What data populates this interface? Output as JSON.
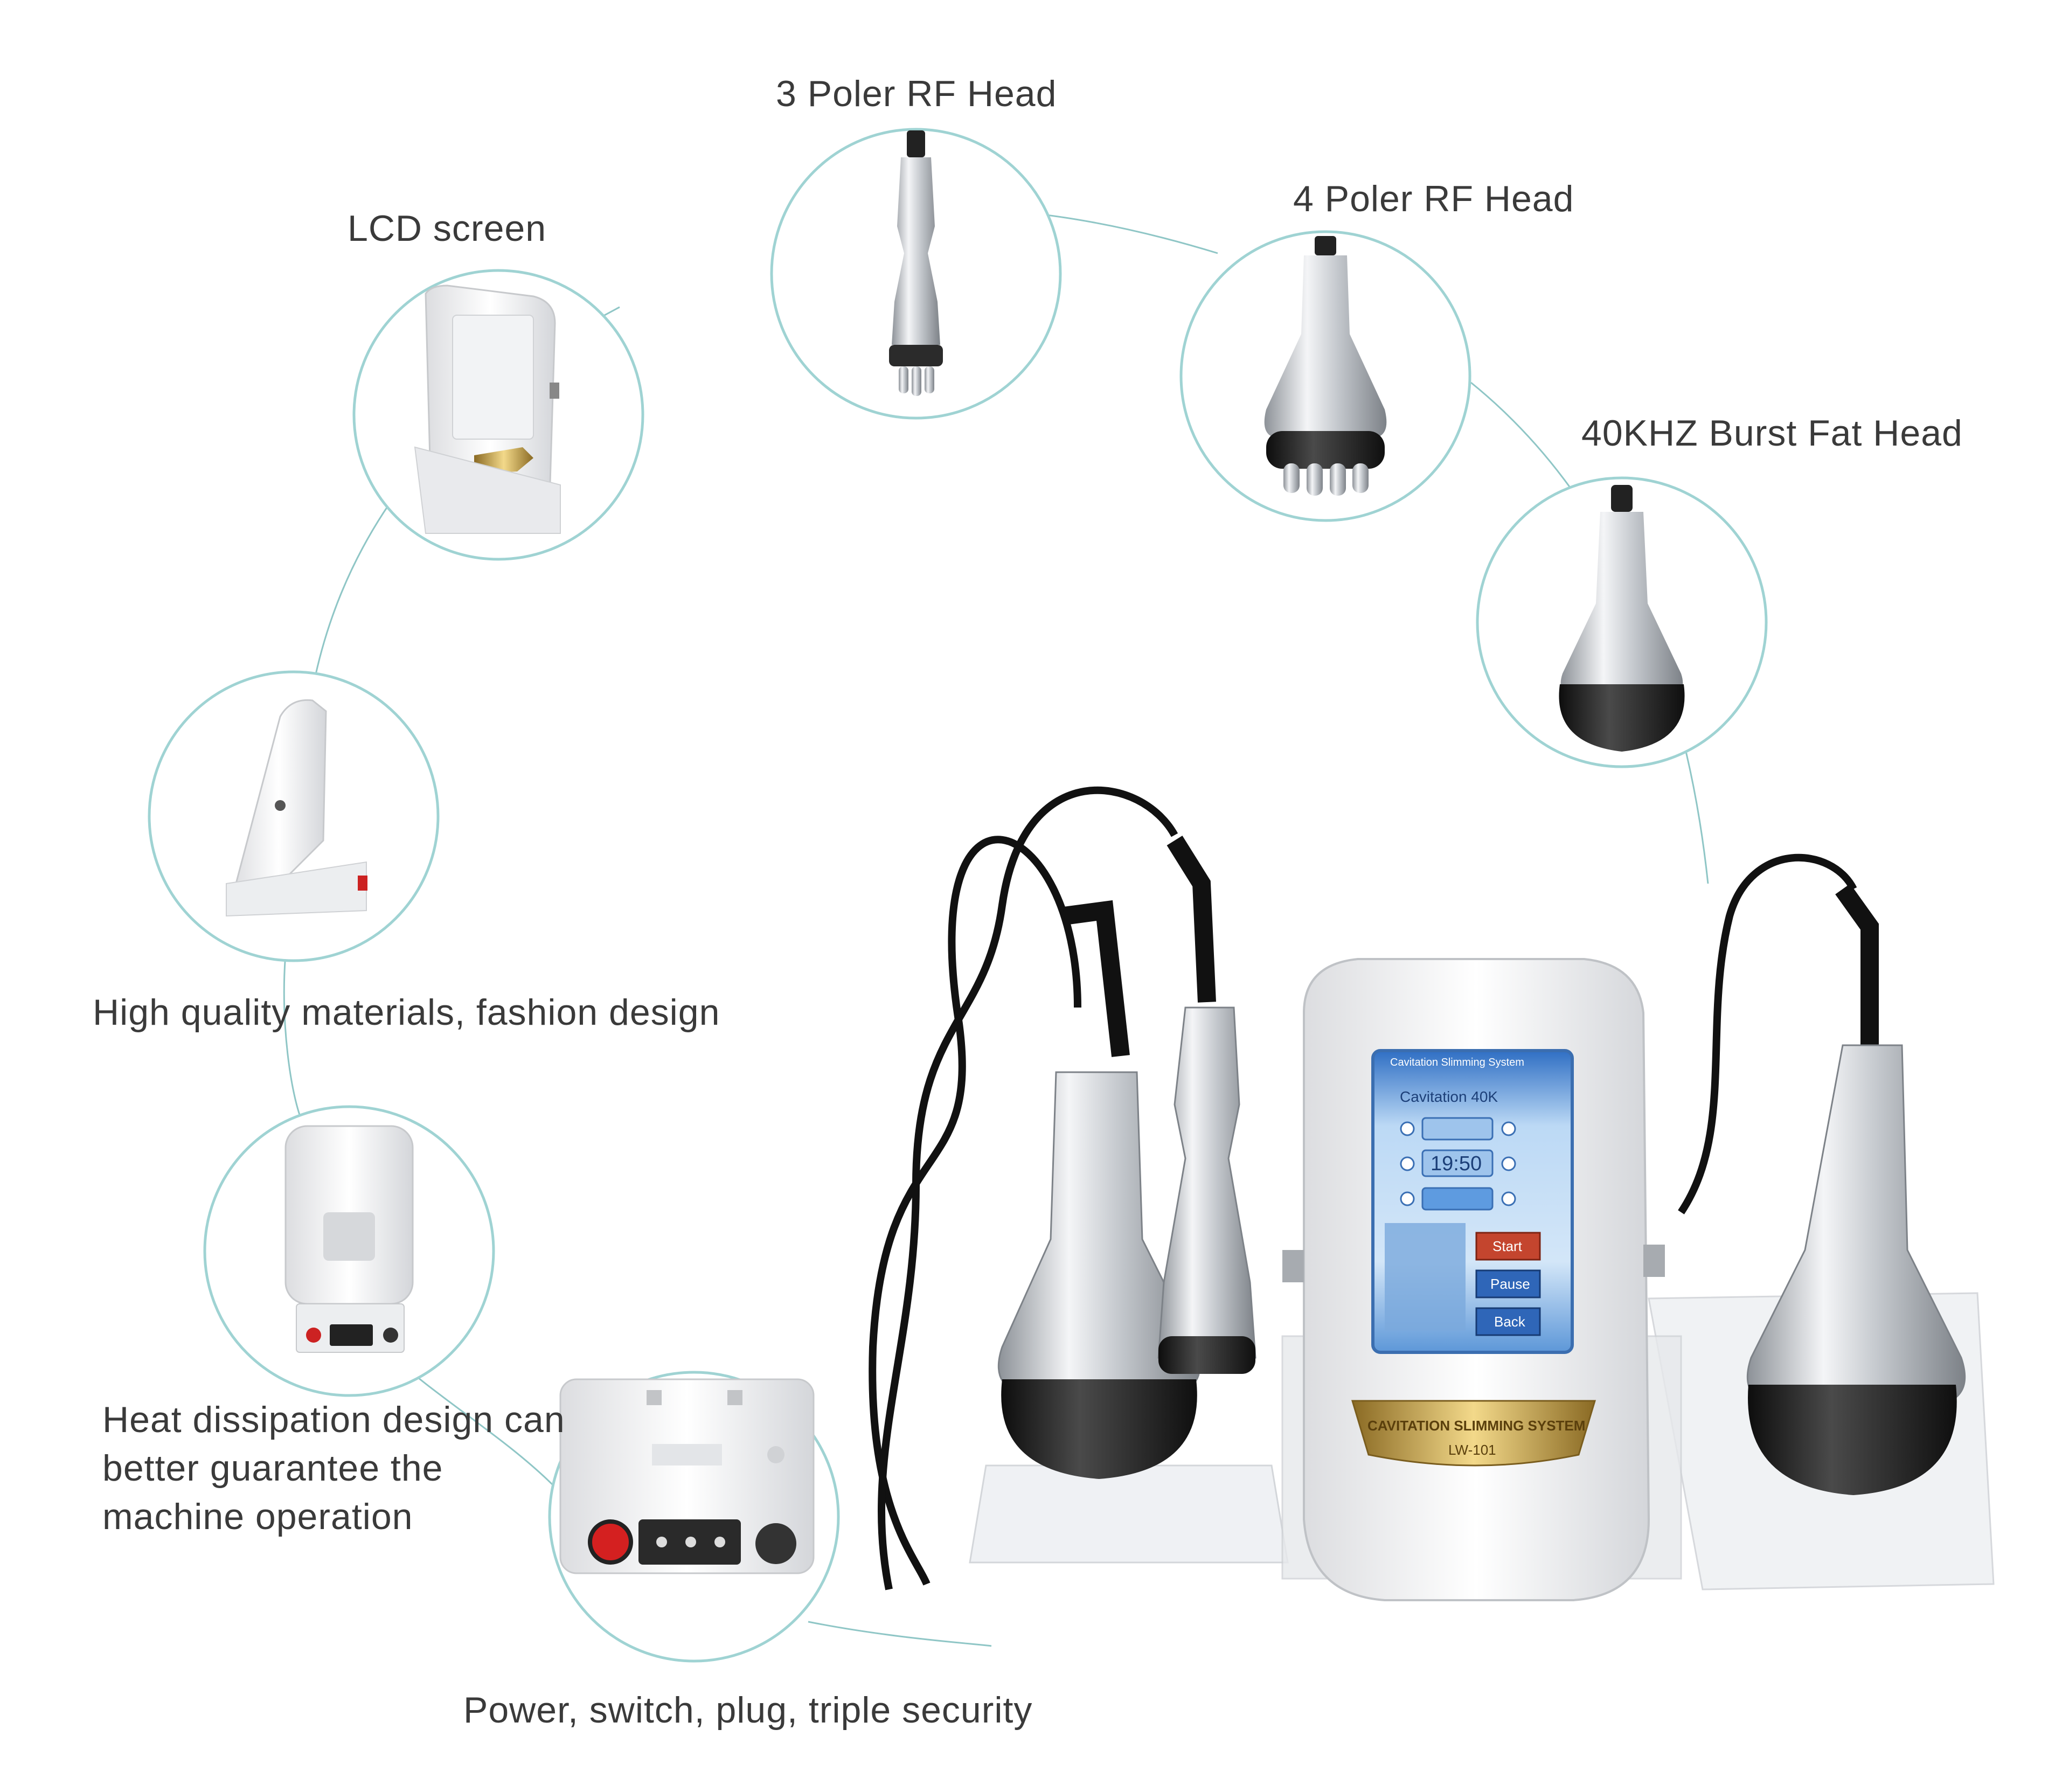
{
  "labels": {
    "three_poler": "3 Poler RF Head",
    "four_poler": "4 Poler RF Head",
    "burst_fat": "40KHZ Burst Fat Head",
    "lcd": "LCD screen",
    "materials": "High quality materials, fashion design",
    "heat": "Heat dissipation design can better guarantee the machine operation",
    "power": "Power, switch, plug, triple security"
  },
  "screen": {
    "system_title": "Cavitation Slimming System",
    "mode": "Cavitation 40K",
    "time": "19:50",
    "start": "Start",
    "pause": "Pause",
    "back": "Back"
  },
  "device": {
    "badge_text": "CAVITATION SLIMMING SYSTEM",
    "model": "LW-101"
  },
  "colors": {
    "circle_stroke": "#9fd3d3",
    "screen_blue": "#4a8fd6",
    "metal": "#c8ccd1",
    "black_cup": "#1e1e1e",
    "gold": "#c9a44a"
  }
}
